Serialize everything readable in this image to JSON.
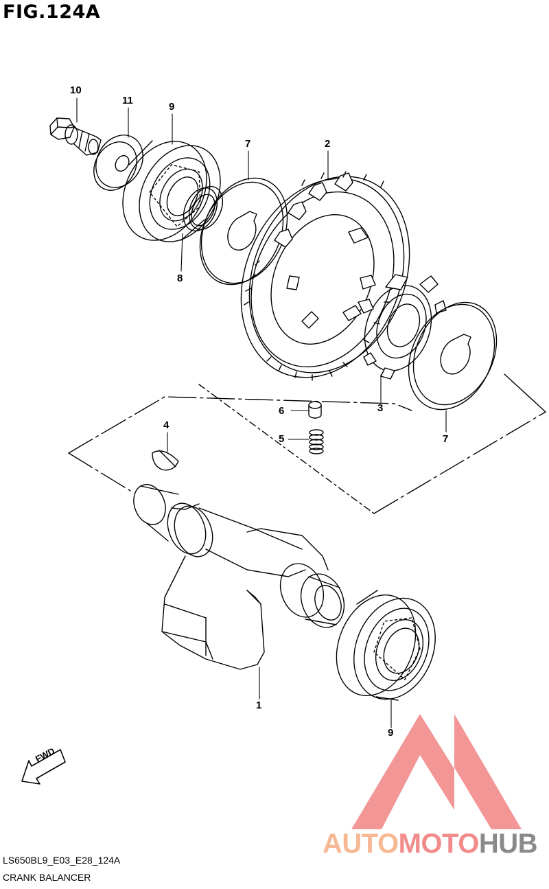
{
  "figure": {
    "title": "FIG.124A",
    "code": "LS650BL9_E03_E28_124A",
    "caption": "CRANK BALANCER"
  },
  "callouts": {
    "c10": "10",
    "c11": "11",
    "c9_top": "9",
    "c7_top": "7",
    "c2": "2",
    "c8": "8",
    "c6": "6",
    "c3": "3",
    "c4": "4",
    "c5": "5",
    "c7_right": "7",
    "c1": "1",
    "c9_bottom": "9"
  },
  "direction_badge": "FWD",
  "watermark": {
    "part1": "AUTO",
    "part2": "MOTO",
    "part3": "HUB",
    "color_orange": "#f7b894",
    "color_red": "#f28b8b",
    "color_gray": "#8a8a8a"
  }
}
